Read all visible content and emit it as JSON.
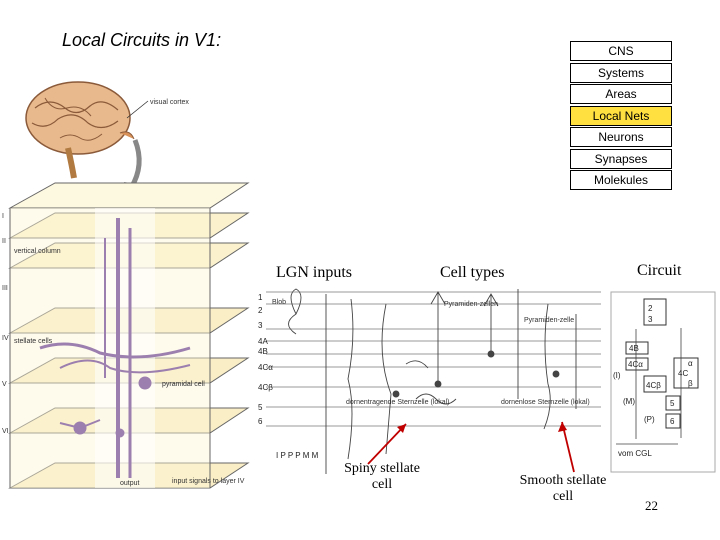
{
  "slide": {
    "title": "Local Circuits in V1:",
    "page_number": "22"
  },
  "levels": [
    "CNS",
    "Systems",
    "Areas",
    "Local Nets",
    "Neurons",
    "Synapses",
    "Molekules"
  ],
  "active_level": "Local Nets",
  "left_figure": {
    "visual_cortex_label": "visual cortex",
    "vertical_column_label": "vertical column",
    "stellate_label": "stellate cells",
    "pyramidal_label": "pyramidal cell",
    "layer_labels": [
      "I",
      "II",
      "III",
      "IV",
      "V",
      "VI"
    ],
    "output_label": "output",
    "input_label": "input signals to layer IV"
  },
  "right_figure": {
    "lgn_label": "LGN inputs",
    "cell_types_label": "Cell types",
    "circuit_label": "Circuit",
    "layer_numbers": [
      "1",
      "2",
      "3",
      "4A",
      "4B",
      "4Cα",
      "4Cβ",
      "5",
      "6"
    ],
    "blob_label": "Blob",
    "pyramid_label_1": "Pyramiden-zellen",
    "pyramid_label_2": "Pyramiden-zelle",
    "dornentragende_label": "dornentragende Sternzelle (lokal)",
    "dornenlose_label": "dornenlose Sternzelle (lokal)",
    "lgn_bottom": "I P P P M M",
    "circuit_boxes": [
      "2",
      "3",
      "4B",
      "4Cα",
      "4Cβ",
      "4C",
      "α",
      "β",
      "5",
      "6"
    ],
    "circuit_side_labels": [
      "(I)",
      "(M)",
      "(P)"
    ],
    "vom_cgl": "vom CGL",
    "spiny_label": "Spiny stellate cell",
    "smooth_label": "Smooth stellate cell"
  },
  "colors": {
    "active_level": "#ffe040",
    "arrow": "#c00000",
    "left_bg": "#fbf3d0",
    "right_bg": "#e9e5dc",
    "neuron": "#9c7fae"
  }
}
